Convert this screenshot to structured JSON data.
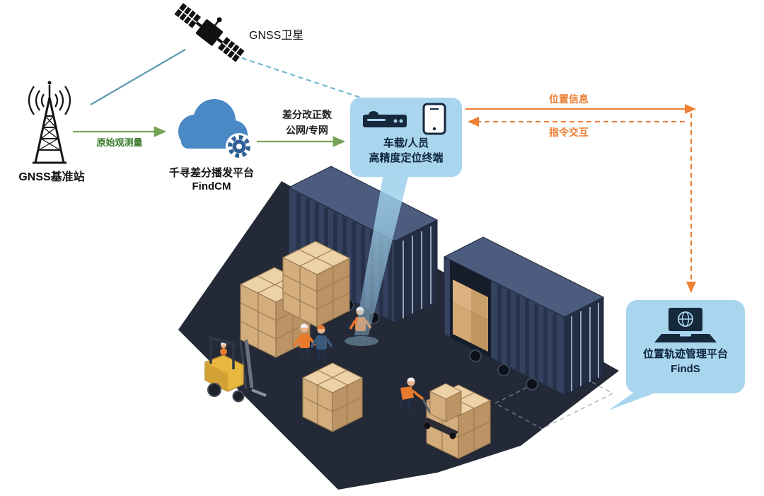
{
  "labels": {
    "satellite": "GNSS卫星",
    "base_station": "GNSS基准站",
    "raw_observation": "原始观测量",
    "cloud_platform_name": "千寻差分播发平台",
    "cloud_platform_product": "FindCM",
    "correction_line1": "差分改正数",
    "correction_line2": "公网/专网",
    "terminal_line1": "车载/人员",
    "terminal_line2": "高精度定位终端",
    "position_info": "位置信息",
    "command_interaction": "指令交互",
    "management_platform_name": "位置轨迹管理平台",
    "management_platform_product": "FindS"
  },
  "colors": {
    "arrow_green": "#76a356",
    "green_text": "#3e7d2e",
    "arrow_orange": "#ef7f35",
    "link_blue_solid": "#5e9ab0",
    "link_blue_dashed": "#74b4d2",
    "panel_blue": "#a9d6ee",
    "cloud_blue": "#4a88c6",
    "dark_navy": "#0f2440",
    "floor_dark": "#232936",
    "container_face": "#35425f",
    "box_tan": "#d3ad7c"
  }
}
